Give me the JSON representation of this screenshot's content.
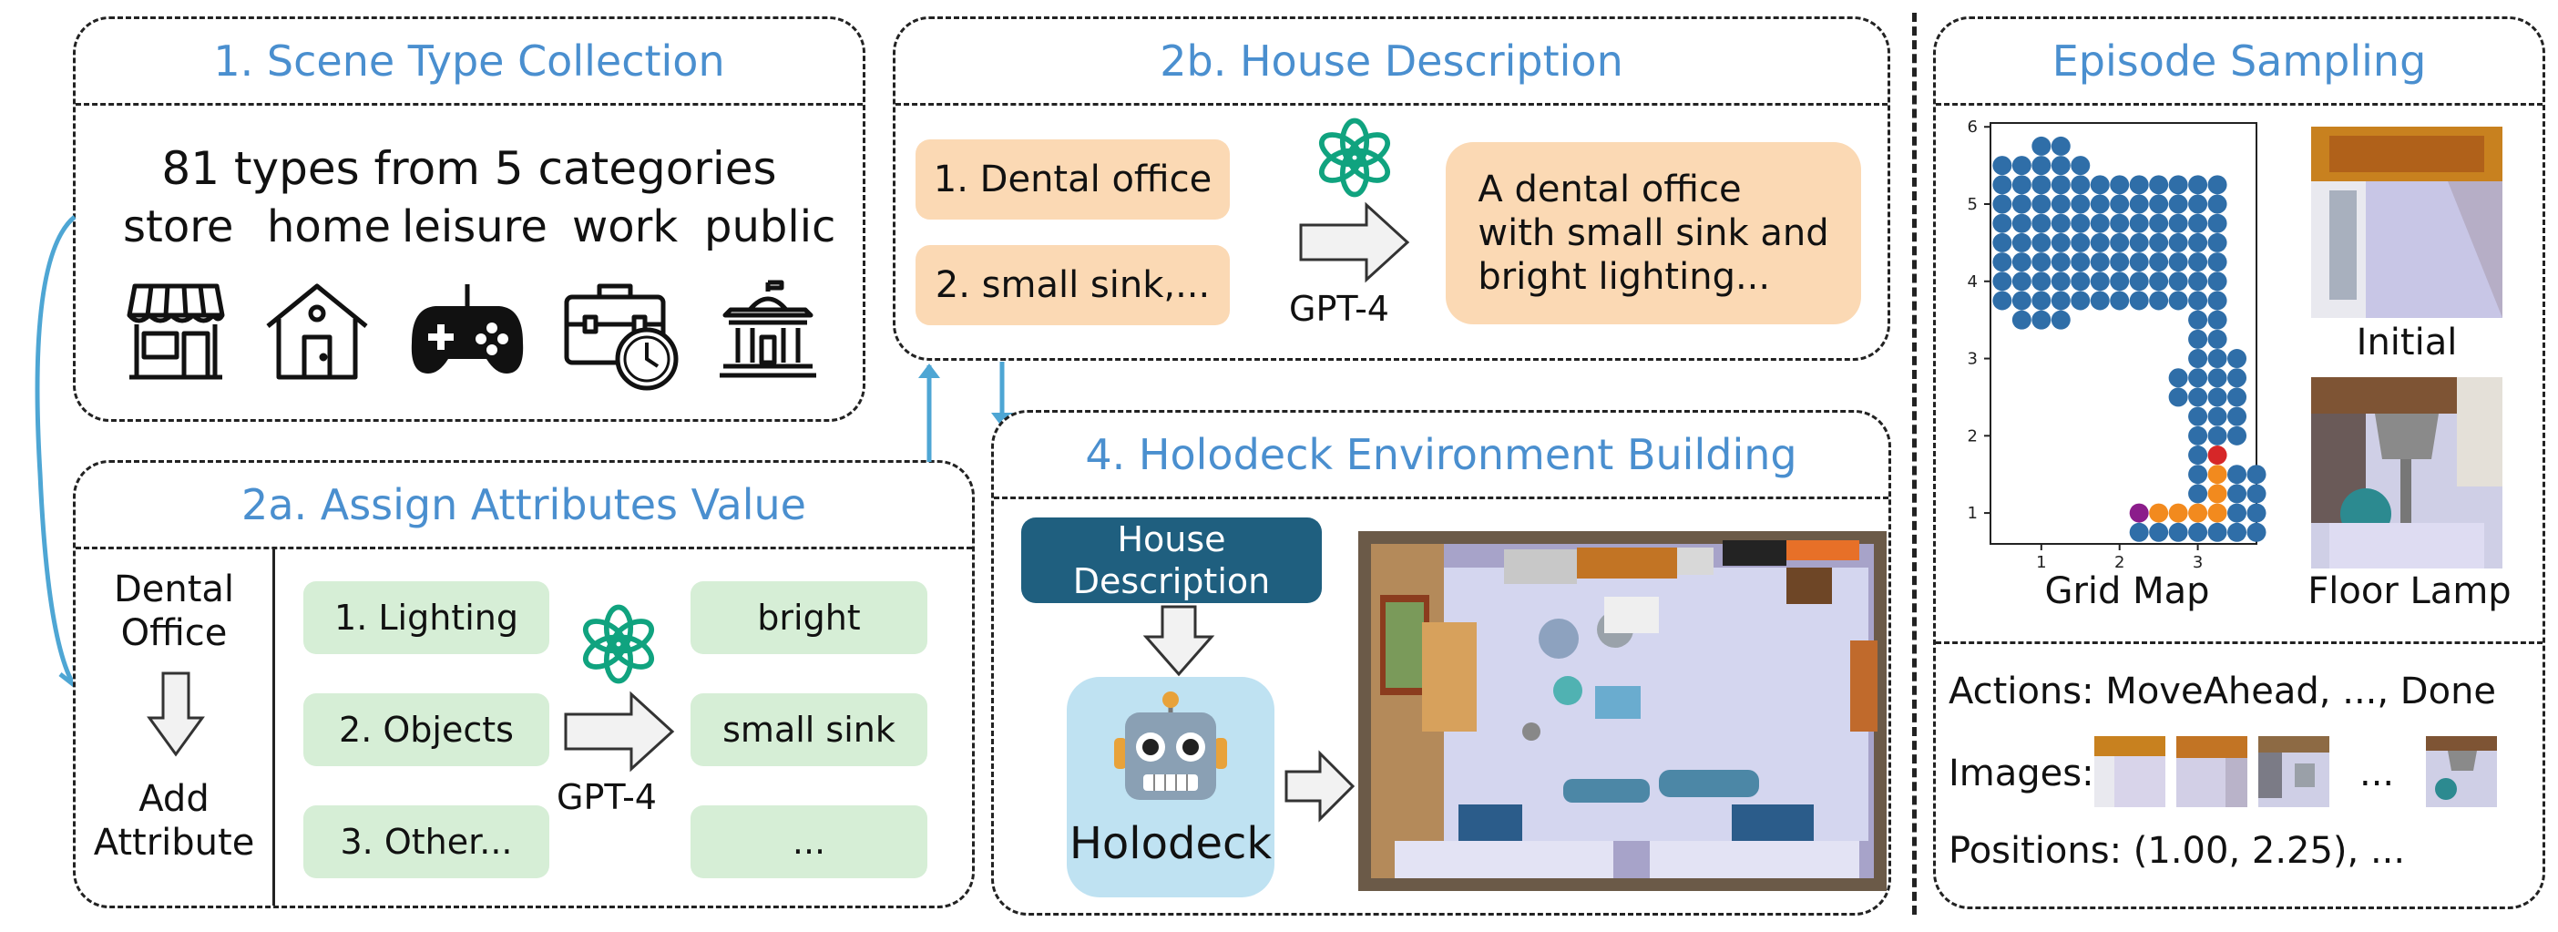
{
  "scene_type": {
    "title": "1. Scene Type Collection",
    "headline": "81 types from 5 categories",
    "categories": [
      "store",
      "home",
      "leisure",
      "work",
      "public"
    ],
    "icons": [
      "store-icon",
      "home-icon",
      "gamepad-icon",
      "briefcase-clock-icon",
      "public-building-icon"
    ]
  },
  "assign": {
    "title": "2a. Assign Attributes Value",
    "left_top": "Dental\nOffice",
    "left_bottom": "Add\nAttribute",
    "attributes": [
      "1. Lighting",
      "2. Objects",
      "3. Other..."
    ],
    "values": [
      "bright",
      "small sink",
      "..."
    ],
    "model": "GPT-4"
  },
  "house_desc": {
    "title": "2b. House Description",
    "items": [
      "1. Dental office",
      "2. small sink,..."
    ],
    "model": "GPT-4",
    "output": "A dental office\nwith small sink and\nbright lighting..."
  },
  "holodeck": {
    "title": "4. Holodeck Environment Building",
    "input_label": "House\nDescription",
    "engine_label": "Holodeck"
  },
  "episode": {
    "title": "Episode Sampling",
    "grid_caption": "Grid Map",
    "initial_caption": "Initial",
    "target_caption": "Floor Lamp",
    "actions": "Actions: MoveAhead, ..., Done",
    "images_label": "Images:",
    "images_ellipsis": "...",
    "positions": "Positions: (1.00, 2.25), ..."
  },
  "chart_data": {
    "type": "scatter",
    "title": "",
    "xlabel": "",
    "ylabel": "",
    "xlim": [
      0.35,
      3.75
    ],
    "ylim": [
      0.6,
      6.05
    ],
    "xticks": [
      1,
      2,
      3
    ],
    "yticks": [
      1,
      2,
      3,
      4,
      5,
      6
    ],
    "colors": {
      "blue": "#2f6ea8",
      "orange": "#f28a1e",
      "red": "#d62728",
      "purple": "#8b1d8b"
    },
    "series": [
      {
        "color": "blue",
        "points": [
          [
            1.0,
            5.75
          ],
          [
            1.25,
            5.75
          ],
          [
            0.5,
            5.5
          ],
          [
            0.75,
            5.5
          ],
          [
            1.0,
            5.5
          ],
          [
            1.25,
            5.5
          ],
          [
            1.5,
            5.5
          ],
          [
            0.5,
            5.25
          ],
          [
            0.75,
            5.25
          ],
          [
            1.0,
            5.25
          ],
          [
            1.25,
            5.25
          ],
          [
            1.5,
            5.25
          ],
          [
            1.75,
            5.25
          ],
          [
            2.0,
            5.25
          ],
          [
            2.25,
            5.25
          ],
          [
            2.5,
            5.25
          ],
          [
            2.75,
            5.25
          ],
          [
            3.0,
            5.25
          ],
          [
            3.25,
            5.25
          ],
          [
            0.5,
            5.0
          ],
          [
            0.75,
            5.0
          ],
          [
            1.0,
            5.0
          ],
          [
            1.25,
            5.0
          ],
          [
            1.5,
            5.0
          ],
          [
            1.75,
            5.0
          ],
          [
            2.0,
            5.0
          ],
          [
            2.25,
            5.0
          ],
          [
            2.5,
            5.0
          ],
          [
            2.75,
            5.0
          ],
          [
            3.0,
            5.0
          ],
          [
            3.25,
            5.0
          ],
          [
            0.5,
            4.75
          ],
          [
            0.75,
            4.75
          ],
          [
            1.0,
            4.75
          ],
          [
            1.25,
            4.75
          ],
          [
            1.5,
            4.75
          ],
          [
            1.75,
            4.75
          ],
          [
            2.0,
            4.75
          ],
          [
            2.25,
            4.75
          ],
          [
            2.5,
            4.75
          ],
          [
            2.75,
            4.75
          ],
          [
            3.0,
            4.75
          ],
          [
            3.25,
            4.75
          ],
          [
            0.5,
            4.5
          ],
          [
            0.75,
            4.5
          ],
          [
            1.0,
            4.5
          ],
          [
            1.25,
            4.5
          ],
          [
            1.5,
            4.5
          ],
          [
            1.75,
            4.5
          ],
          [
            2.0,
            4.5
          ],
          [
            2.25,
            4.5
          ],
          [
            2.5,
            4.5
          ],
          [
            2.75,
            4.5
          ],
          [
            3.0,
            4.5
          ],
          [
            3.25,
            4.5
          ],
          [
            0.5,
            4.25
          ],
          [
            0.75,
            4.25
          ],
          [
            1.0,
            4.25
          ],
          [
            1.25,
            4.25
          ],
          [
            1.5,
            4.25
          ],
          [
            1.75,
            4.25
          ],
          [
            2.0,
            4.25
          ],
          [
            2.25,
            4.25
          ],
          [
            2.5,
            4.25
          ],
          [
            2.75,
            4.25
          ],
          [
            3.0,
            4.25
          ],
          [
            3.25,
            4.25
          ],
          [
            0.5,
            4.0
          ],
          [
            0.75,
            4.0
          ],
          [
            1.0,
            4.0
          ],
          [
            1.25,
            4.0
          ],
          [
            1.5,
            4.0
          ],
          [
            1.75,
            4.0
          ],
          [
            2.0,
            4.0
          ],
          [
            2.25,
            4.0
          ],
          [
            2.5,
            4.0
          ],
          [
            2.75,
            4.0
          ],
          [
            3.0,
            4.0
          ],
          [
            3.25,
            4.0
          ],
          [
            0.5,
            3.75
          ],
          [
            0.75,
            3.75
          ],
          [
            1.0,
            3.75
          ],
          [
            1.25,
            3.75
          ],
          [
            1.5,
            3.75
          ],
          [
            1.75,
            3.75
          ],
          [
            2.0,
            3.75
          ],
          [
            2.25,
            3.75
          ],
          [
            2.5,
            3.75
          ],
          [
            2.75,
            3.75
          ],
          [
            3.0,
            3.75
          ],
          [
            3.25,
            3.75
          ],
          [
            0.75,
            3.5
          ],
          [
            1.0,
            3.5
          ],
          [
            1.25,
            3.5
          ],
          [
            3.0,
            3.5
          ],
          [
            3.25,
            3.5
          ],
          [
            3.0,
            3.25
          ],
          [
            3.25,
            3.25
          ],
          [
            3.0,
            3.0
          ],
          [
            3.25,
            3.0
          ],
          [
            3.5,
            3.0
          ],
          [
            2.75,
            2.75
          ],
          [
            3.0,
            2.75
          ],
          [
            3.25,
            2.75
          ],
          [
            3.5,
            2.75
          ],
          [
            2.75,
            2.5
          ],
          [
            3.0,
            2.5
          ],
          [
            3.25,
            2.5
          ],
          [
            3.5,
            2.5
          ],
          [
            3.0,
            2.25
          ],
          [
            3.25,
            2.25
          ],
          [
            3.5,
            2.25
          ],
          [
            3.0,
            2.0
          ],
          [
            3.25,
            2.0
          ],
          [
            3.5,
            2.0
          ],
          [
            3.0,
            1.75
          ],
          [
            3.0,
            1.5
          ],
          [
            3.5,
            1.5
          ],
          [
            3.75,
            1.5
          ],
          [
            3.0,
            1.25
          ],
          [
            3.5,
            1.25
          ],
          [
            3.75,
            1.25
          ],
          [
            3.5,
            1.0
          ],
          [
            3.75,
            1.0
          ],
          [
            2.25,
            0.75
          ],
          [
            2.5,
            0.75
          ],
          [
            2.75,
            0.75
          ],
          [
            3.0,
            0.75
          ],
          [
            3.25,
            0.75
          ],
          [
            3.5,
            0.75
          ],
          [
            3.75,
            0.75
          ]
        ]
      },
      {
        "color": "orange",
        "points": [
          [
            2.5,
            1.0
          ],
          [
            2.75,
            1.0
          ],
          [
            3.0,
            1.0
          ],
          [
            3.25,
            1.0
          ],
          [
            3.25,
            1.25
          ],
          [
            3.25,
            1.5
          ]
        ]
      },
      {
        "color": "red",
        "points": [
          [
            3.25,
            1.75
          ]
        ]
      },
      {
        "color": "purple",
        "points": [
          [
            2.25,
            1.0
          ]
        ]
      }
    ]
  }
}
